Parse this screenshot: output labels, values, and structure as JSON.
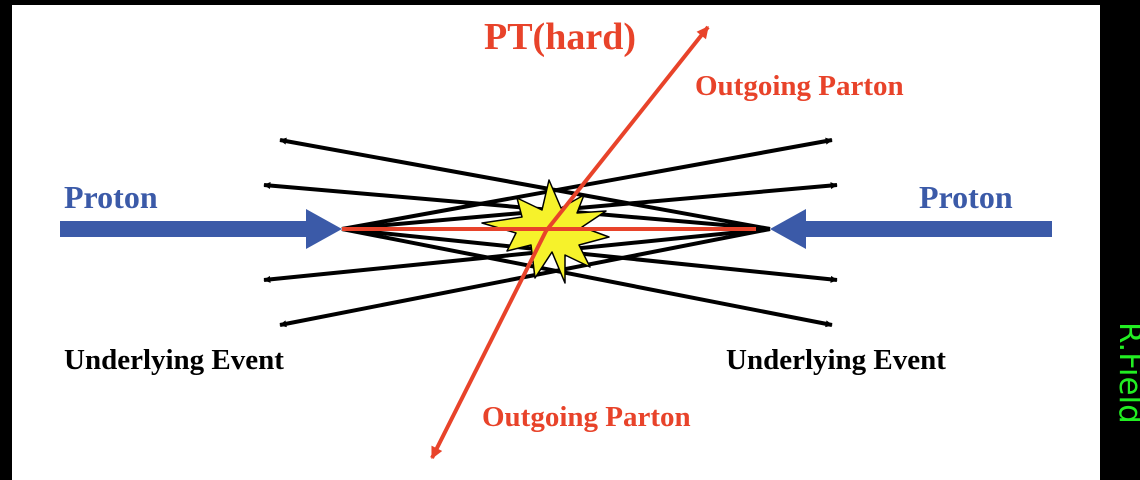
{
  "labels": {
    "pt_hard": "PT(hard)",
    "outgoing_parton_top": "Outgoing Parton",
    "outgoing_parton_bottom": "Outgoing Parton",
    "proton_left": "Proton",
    "proton_right": "Proton",
    "underlying_event_left": "Underlying Event",
    "underlying_event_right": "Underlying Event",
    "credit": "R.Field"
  },
  "colors": {
    "background": "#000000",
    "panel": "#ffffff",
    "parton": "#e8432a",
    "proton": "#3b5aa8",
    "underlying_event": "#000000",
    "collision_burst": "#f6f22b",
    "credit": "#22ee22",
    "text": "#000000"
  }
}
